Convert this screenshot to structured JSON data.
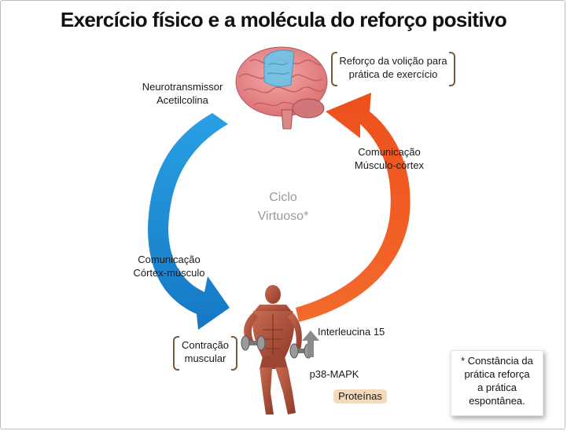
{
  "title": "Exercício físico e a molécula do reforço positivo",
  "center": {
    "line1": "Ciclo",
    "line2": "Virtuoso*"
  },
  "labels": {
    "neurotransmissor_1": "Neurotransmissor",
    "neurotransmissor_2": "Acetilcolina",
    "comunicacao_cm_1": "Comunicação",
    "comunicacao_cm_2": "Córtex-músculo",
    "comunicacao_mc_1": "Comunicação",
    "comunicacao_mc_2": "Músculo-córtex",
    "interleucina": "Interleucina 15",
    "p38": "p38-MAPK",
    "proteinas": "Proteínas"
  },
  "boxes": {
    "reforco_1": "Reforço da volição para",
    "reforco_2": "prática de exercício",
    "contracao_1": "Contração",
    "contracao_2": "muscular"
  },
  "note": {
    "line1": "* Constância da",
    "line2": "prática reforça",
    "line3": "a prática",
    "line4": "espontânea."
  },
  "colors": {
    "blue_arrow": "#1a8fd6",
    "orange_arrow": "#f05a22",
    "brain": "#e7898b",
    "brain_highlight": "#6cc5ea",
    "muscle": "#b5533c",
    "gray_arrow": "#8a8a8a",
    "bracket": "#7a5a34"
  },
  "icons": {
    "brain": "brain-illustration",
    "bodybuilder": "muscle-anatomy-figure"
  }
}
